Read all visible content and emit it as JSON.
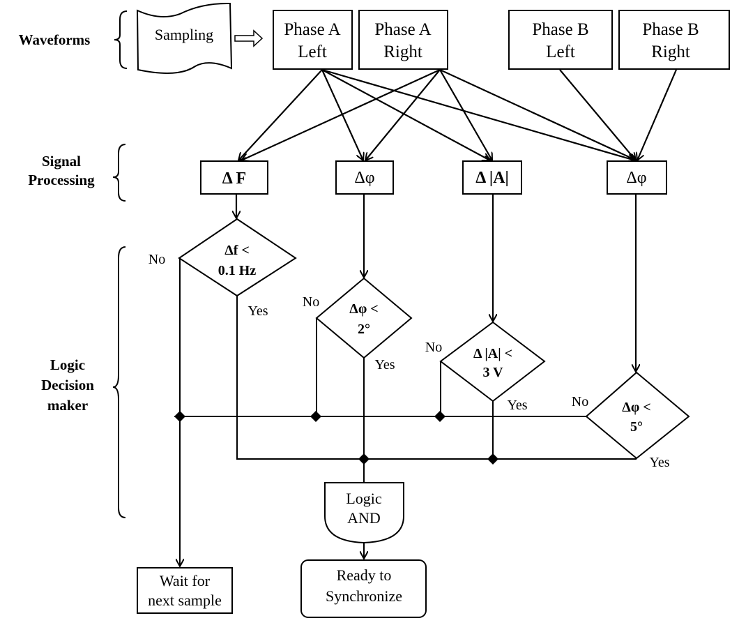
{
  "sections": {
    "waveforms": "Waveforms",
    "signal_processing": [
      "Signal",
      "Processing"
    ],
    "logic_decision": [
      "Logic",
      "Decision",
      "maker"
    ]
  },
  "sampling": "Sampling",
  "phases": [
    {
      "id": "phase-a-left",
      "lines": [
        "Phase A",
        "Left"
      ]
    },
    {
      "id": "phase-a-right",
      "lines": [
        "Phase A",
        "Right"
      ]
    },
    {
      "id": "phase-b-left",
      "lines": [
        "Phase B",
        "Left"
      ]
    },
    {
      "id": "phase-b-right",
      "lines": [
        "Phase B",
        "Right"
      ]
    }
  ],
  "signals": [
    {
      "id": "delta-f",
      "label": "Δ F"
    },
    {
      "id": "delta-phi-a",
      "label": "Δφ"
    },
    {
      "id": "delta-amplitude",
      "label": "Δ |A|"
    },
    {
      "id": "delta-phi-ab",
      "label": "Δφ"
    }
  ],
  "decisions": [
    {
      "id": "freq-check",
      "lines": [
        "Δf <",
        "0.1 Hz"
      ],
      "no": "No",
      "yes": "Yes"
    },
    {
      "id": "phase-check",
      "lines": [
        "Δφ <",
        "2°"
      ],
      "no": "No",
      "yes": "Yes"
    },
    {
      "id": "amplitude-check",
      "lines": [
        "Δ |A| <",
        "3 V"
      ],
      "no": "No",
      "yes": "Yes"
    },
    {
      "id": "phase-ab-check",
      "lines": [
        "Δφ <",
        "5°"
      ],
      "no": "No",
      "yes": "Yes"
    }
  ],
  "logic_and": [
    "Logic",
    "AND"
  ],
  "outputs": {
    "wait": [
      "Wait for",
      "next sample"
    ],
    "ready": [
      "Ready to",
      "Synchronize"
    ]
  }
}
